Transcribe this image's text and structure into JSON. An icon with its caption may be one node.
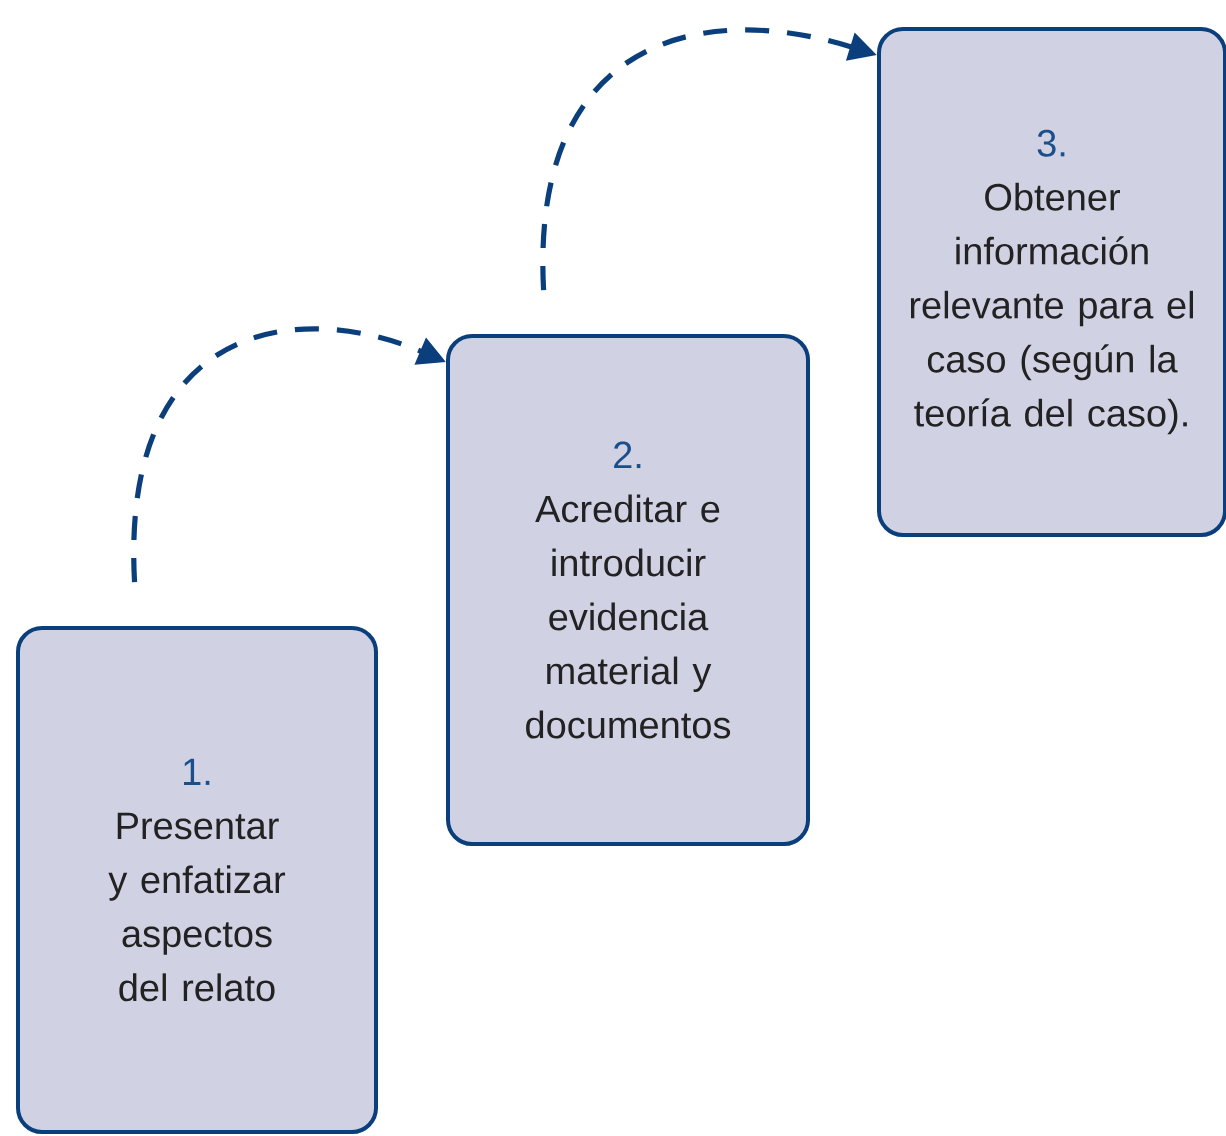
{
  "diagram": {
    "nodes": [
      {
        "text": [
          "1.",
          "Presentar y enfatizar aspectos del relato"
        ]
      },
      {
        "text": [
          "2.",
          "Acreditar e introducir evidencia material y documentos"
        ]
      },
      {
        "text": [
          "3.",
          "Obtener información relevante para el caso (según la teoría del caso)."
        ]
      }
    ],
    "edges": [
      {
        "from": 0,
        "to": 1,
        "arrow": "to",
        "style": "dashed"
      },
      {
        "from": 1,
        "to": 2,
        "arrow": "to",
        "style": "dashed"
      }
    ]
  }
}
